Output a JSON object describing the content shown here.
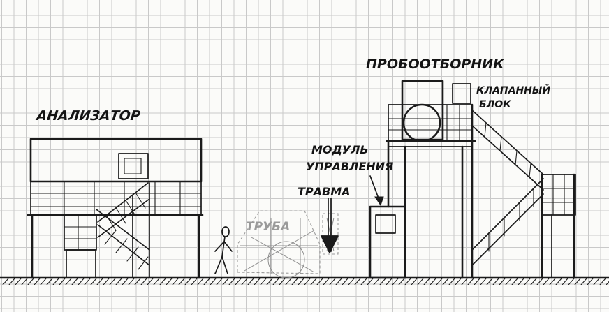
{
  "labels": {
    "analyzer": "АНАЛИЗАТОР",
    "sampler": "ПРОБООТБОРНИК",
    "valve_block_line1": "КЛАПАННЫЙ",
    "valve_block_line2": "БЛОК",
    "control_module_line1": "МОДУЛЬ",
    "control_module_line2": "УПРАВЛЕНИЯ",
    "trauma": "ТРАВМА",
    "pipe": "ТРУБА"
  },
  "colors": {
    "ink": "#1b1b1b",
    "grid": "#c9c9c9",
    "paper": "#fbfbf9",
    "faint_ink": "#9a9a9a"
  }
}
